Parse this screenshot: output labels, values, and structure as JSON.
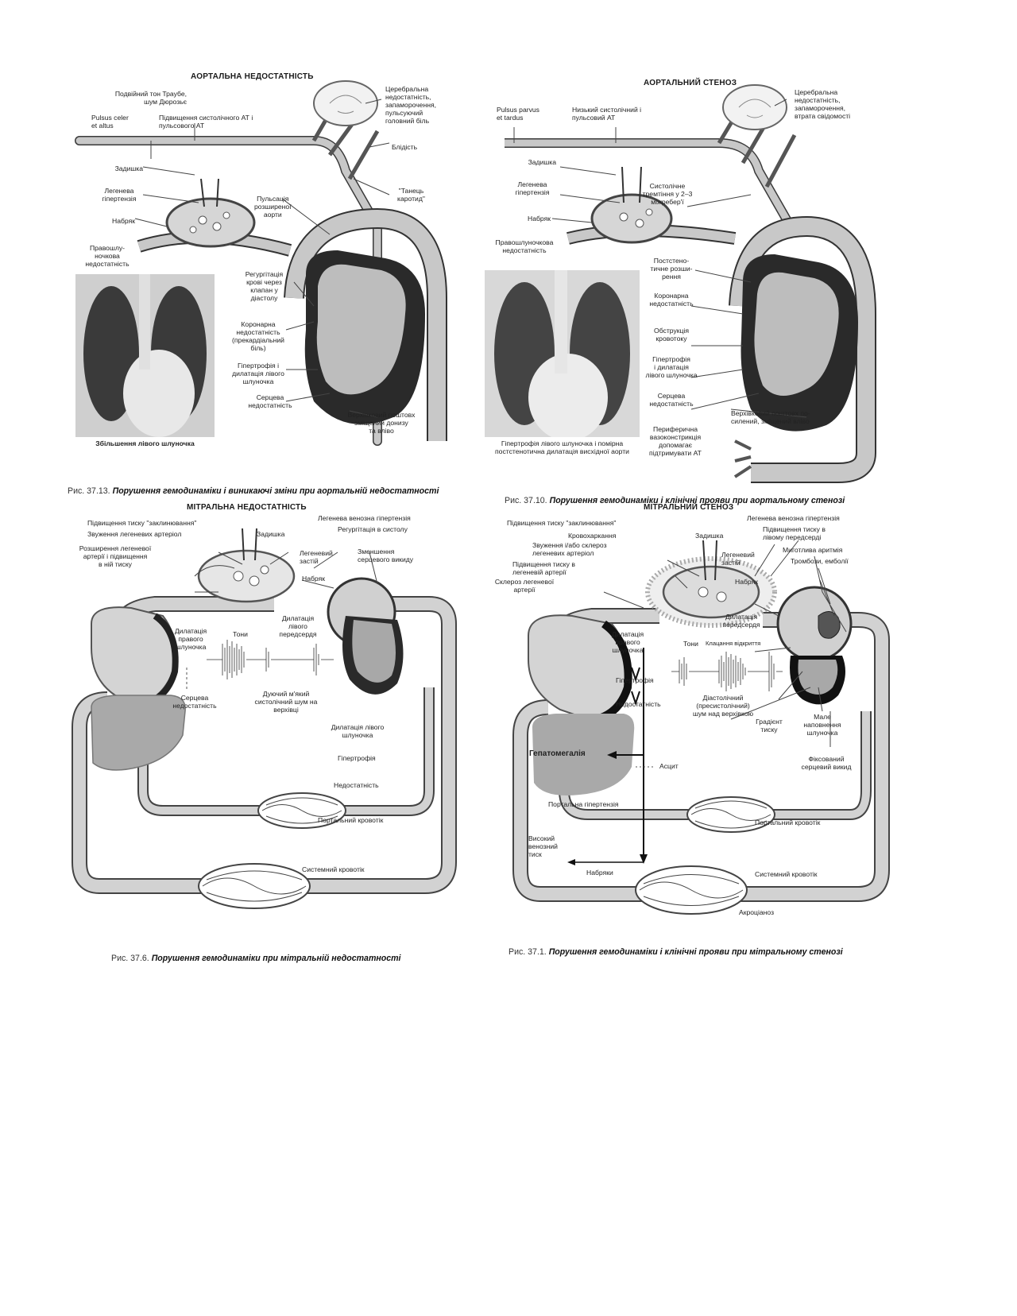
{
  "colors": {
    "vessel": "#c8c8c8",
    "vessel_stroke": "#3a3a3a",
    "myocardium": "#2a2a2a",
    "heart_fill": "#bdbdbd",
    "liver": "#a9a9a9",
    "brain": "#f2f2f2"
  },
  "panels": {
    "ai": {
      "title": "АОРТАЛЬНА НЕДОСТАТНІСТЬ",
      "labels": {
        "traube": "Подвійний тон Траубе,\nшум Дюрозьє",
        "pulsus": "Pulsus celer\net altus",
        "bp": "Підвищення систолічного АТ і\nпульсового АТ",
        "cerebral": "Церебральна\nнедостатність,\nзапаморочення,\nпульсуючий\nголовний біль",
        "pallor": "Блідість",
        "dyspnea": "Задишка",
        "pulm_htn": "Легенева\nгіпертензія",
        "carotid": "\"Танець\nкаротид\"",
        "aorta_puls": "Пульсація\nрозширеної\nаорти",
        "edema": "Набряк",
        "rv_failure": "Правошлу-\nночкова\nнедостатність",
        "regurg": "Регургітація\nкрові через\nклапан у\nдіастолу",
        "coronary": "Коронарна\nнедостатність\n(прекардіальний\nбіль)",
        "lvh": "Гіпертрофія і\nдилатація лівого\nшлуночка",
        "hf": "Серцева\nнедостатність",
        "apex": "Верхівковий поштовх\nзміщений донизу\nта вліво"
      },
      "xray_caption": "Збільшення лівого шлуночка",
      "caption_num": "Рис. 37.13.",
      "caption_text": "Порушення гемодинаміки і виникаючі зміни при аортальній недостатності"
    },
    "as": {
      "title": "АОРТАЛЬНИЙ СТЕНОЗ",
      "labels": {
        "pulsus": "Pulsus parvus\net tardus",
        "low_bp": "Низький систолічний і\nпульсовий АТ",
        "cerebral": "Церебральна\nнедостатність,\nзапаморочення,\nвтрата свідомості",
        "dyspnea": "Задишка",
        "pulm_htn": "Легенева\nгіпертензія",
        "thrill": "Систолічне\nтремтіння у 2–3\nміжребер'ї",
        "edema": "Набряк",
        "rv_failure": "Правошлуночкова\nнедостатність",
        "poststenotic": "Постстено-\nтичне розши-\nрення",
        "coronary": "Коронарна\nнедостатність",
        "obstruction": "Обструкція\nкровотоку",
        "lvh": "Гіпертрофія\nі дилатація\nлівого шлуночка",
        "hf": "Серцева\nнедостатність",
        "apex": "Верхівковий поштовх по-\nсилений, зміщений вліво",
        "vasoconstriction": "Периферична\nвазоконстрикція\nдопомагає\nпідтримувати АТ"
      },
      "xray_caption": "Гіпертрофія лівого шлуночка і помірна\nпостстенотична дилатація висхідної аорти",
      "caption_num": "Рис. 37.10.",
      "caption_text": "Порушення гемодинаміки і клінічні прояви при аортальному стенозі"
    },
    "mi": {
      "title": "МІТРАЛЬНА НЕДОСТАТНІСТЬ",
      "labels": {
        "wedge": "Підвищення тиску \"заклинювання\"",
        "pulm_venous": "Легенева венозна гіпертензія",
        "arterioles": "Звуження легеневих артеріол",
        "dyspnea": "Задишка",
        "regurg": "Регургітація в систолу",
        "pa_dilation": "Розширення легеневої\nартерії і підвищення\nв ній тиску",
        "congestion": "Легеневий\nзастій",
        "low_output": "Зменшення\nсерцевого викиду",
        "edema": "Набряк",
        "la_dilation": "Дилатація\nлівого\nпередсердя",
        "rv_dilation": "Дилатація\nправого\nшлуночка",
        "tones": "Тони",
        "hf": "Серцева\nнедостатність",
        "murmur": "Дуючий м'який\nсистолічний шум на\nверхівці",
        "lv_dilation": "Дилатація лівого\nшлуночка",
        "hypertrophy": "Гіпертрофія",
        "insufficiency": "Недостатність",
        "portal": "Портальний кровотік",
        "systemic": "Системний кровотік"
      },
      "caption_num": "Рис. 37.6.",
      "caption_text": "Порушення гемодинаміки при мітральній недостатності"
    },
    "ms": {
      "title": "МІТРАЛЬНИЙ СТЕНОЗ",
      "labels": {
        "wedge": "Підвищення тиску \"заклинювання\"",
        "pulm_venous": "Легенева венозна гіпертензія",
        "hemoptysis": "Кровохаркання",
        "la_pressure": "Підвищення тиску в\nлівому передсерді",
        "arterioles": "Звуження і/або склероз\nлегеневих артеріол",
        "dyspnea": "Задишка",
        "afib": "Миготлива аритмія",
        "pa_pressure": "Підвищення тиску в\nлегеневій артерії",
        "congestion": "Легеневий\nзастій",
        "thrombosis": "Тромбози, емболії",
        "sclerosis": "Склероз легеневої\nартерії",
        "edema": "Набряк",
        "la_dilation": "Дилатація\nпередсердя",
        "rv_dilation": "Дилатація\nправого\nшлуночка",
        "tones": "Тони",
        "opening_snap": "Клацання відкриття",
        "hypertrophy": "Гіпертрофія",
        "insufficiency": "Недостатність",
        "murmur": "Діастолічний\n(пресистолічний)\nшум над верхівкою",
        "gradient": "Градієнт\nтиску",
        "low_filling": "Мале\nнаповнення\nшлуночка",
        "hepatomegaly": "Гепатомегалія",
        "ascites": "Асцит",
        "fixed_output": "Фіксований\nсерцевий викид",
        "portal_htn": "Портальна гіпертензія",
        "portal": "Портальний кровотік",
        "high_venous": "Високий\nвенозний\nтиск",
        "edemas": "Набряки",
        "systemic": "Системний кровотік",
        "acrocyanosis": "Акроціаноз"
      },
      "caption_num": "Рис. 37.1.",
      "caption_text": "Порушення гемодинаміки і клінічні прояви при мітральному стенозі"
    }
  }
}
